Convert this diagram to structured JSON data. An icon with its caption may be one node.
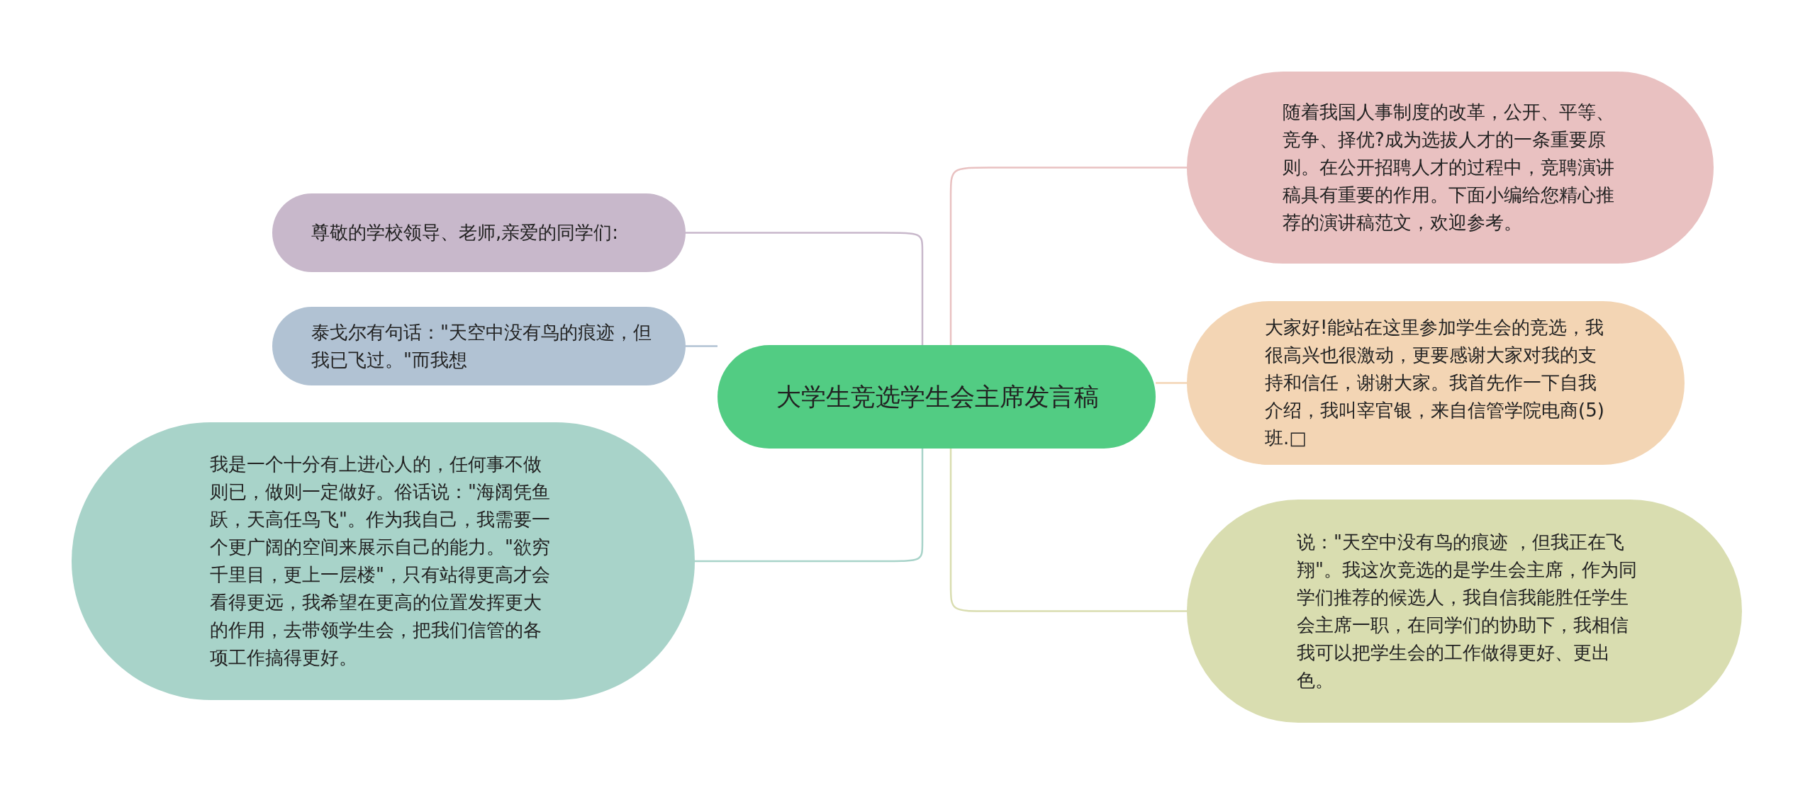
{
  "diagram": {
    "nodes": [
      {
        "text": [
          "大学生竞选学生会主席发言稿"
        ]
      },
      {
        "text": [
          "尊敬的学校领导、老师,亲爱的同学们:"
        ]
      },
      {
        "text": [
          "泰戈尔有句话：\"天空中没有鸟的痕迹，但我已飞过。\"而我想"
        ]
      },
      {
        "text": [
          "我是一个十分有上进心人的，任何事不做则已，做则一定做好。俗话说：\"海阔凭鱼跃，天高任鸟飞\"。作为我自己，我需要一个更广阔的空间来展示自己的能力。\"欲穷千里目，更上一层楼\"，只有站得更高才会看得更远，我希望在更高的位置发挥更大的作用，去带领学生会，把我们信管的各项工作搞得更好。"
        ]
      },
      {
        "text": [
          "随着我国人事制度的改革，公开、平等、竞争、择优?成为选拔人才的一条重要原则。在公开招聘人才的过程中，竞聘演讲稿具有重要的作用。下面小编给您精心推荐的演讲稿范文，欢迎参考。"
        ]
      },
      {
        "text": [
          "大家好!能站在这里参加学生会的竞选，我很高兴也很激动，更要感谢大家对我的支持和信任，谢谢大家。我首先作一下自我介绍，我叫宰官银，来自信管学院电商(5)班.□"
        ]
      },
      {
        "text": [
          "说：\"天空中没有鸟的痕迹 ，但我正在飞翔\"。我这次竞选的是学生会主席，作为同学们推荐的候选人，我自信我能胜任学生会主席一职，在同学们的协助下，我相信我可以把学生会的工作做得更好、更出色。"
        ]
      }
    ],
    "edges": [
      {
        "from": 0,
        "to": 1,
        "arrow": "none",
        "color": "#c8b8cb"
      },
      {
        "from": 0,
        "to": 2,
        "arrow": "none",
        "color": "#b1c2d3"
      },
      {
        "from": 0,
        "to": 3,
        "arrow": "none",
        "color": "#a8d3c9"
      },
      {
        "from": 0,
        "to": 4,
        "arrow": "none",
        "color": "#e9c1c1"
      },
      {
        "from": 0,
        "to": 5,
        "arrow": "none",
        "color": "#f3d5b4"
      },
      {
        "from": 0,
        "to": 6,
        "arrow": "none",
        "color": "#d9ddb0"
      }
    ]
  }
}
